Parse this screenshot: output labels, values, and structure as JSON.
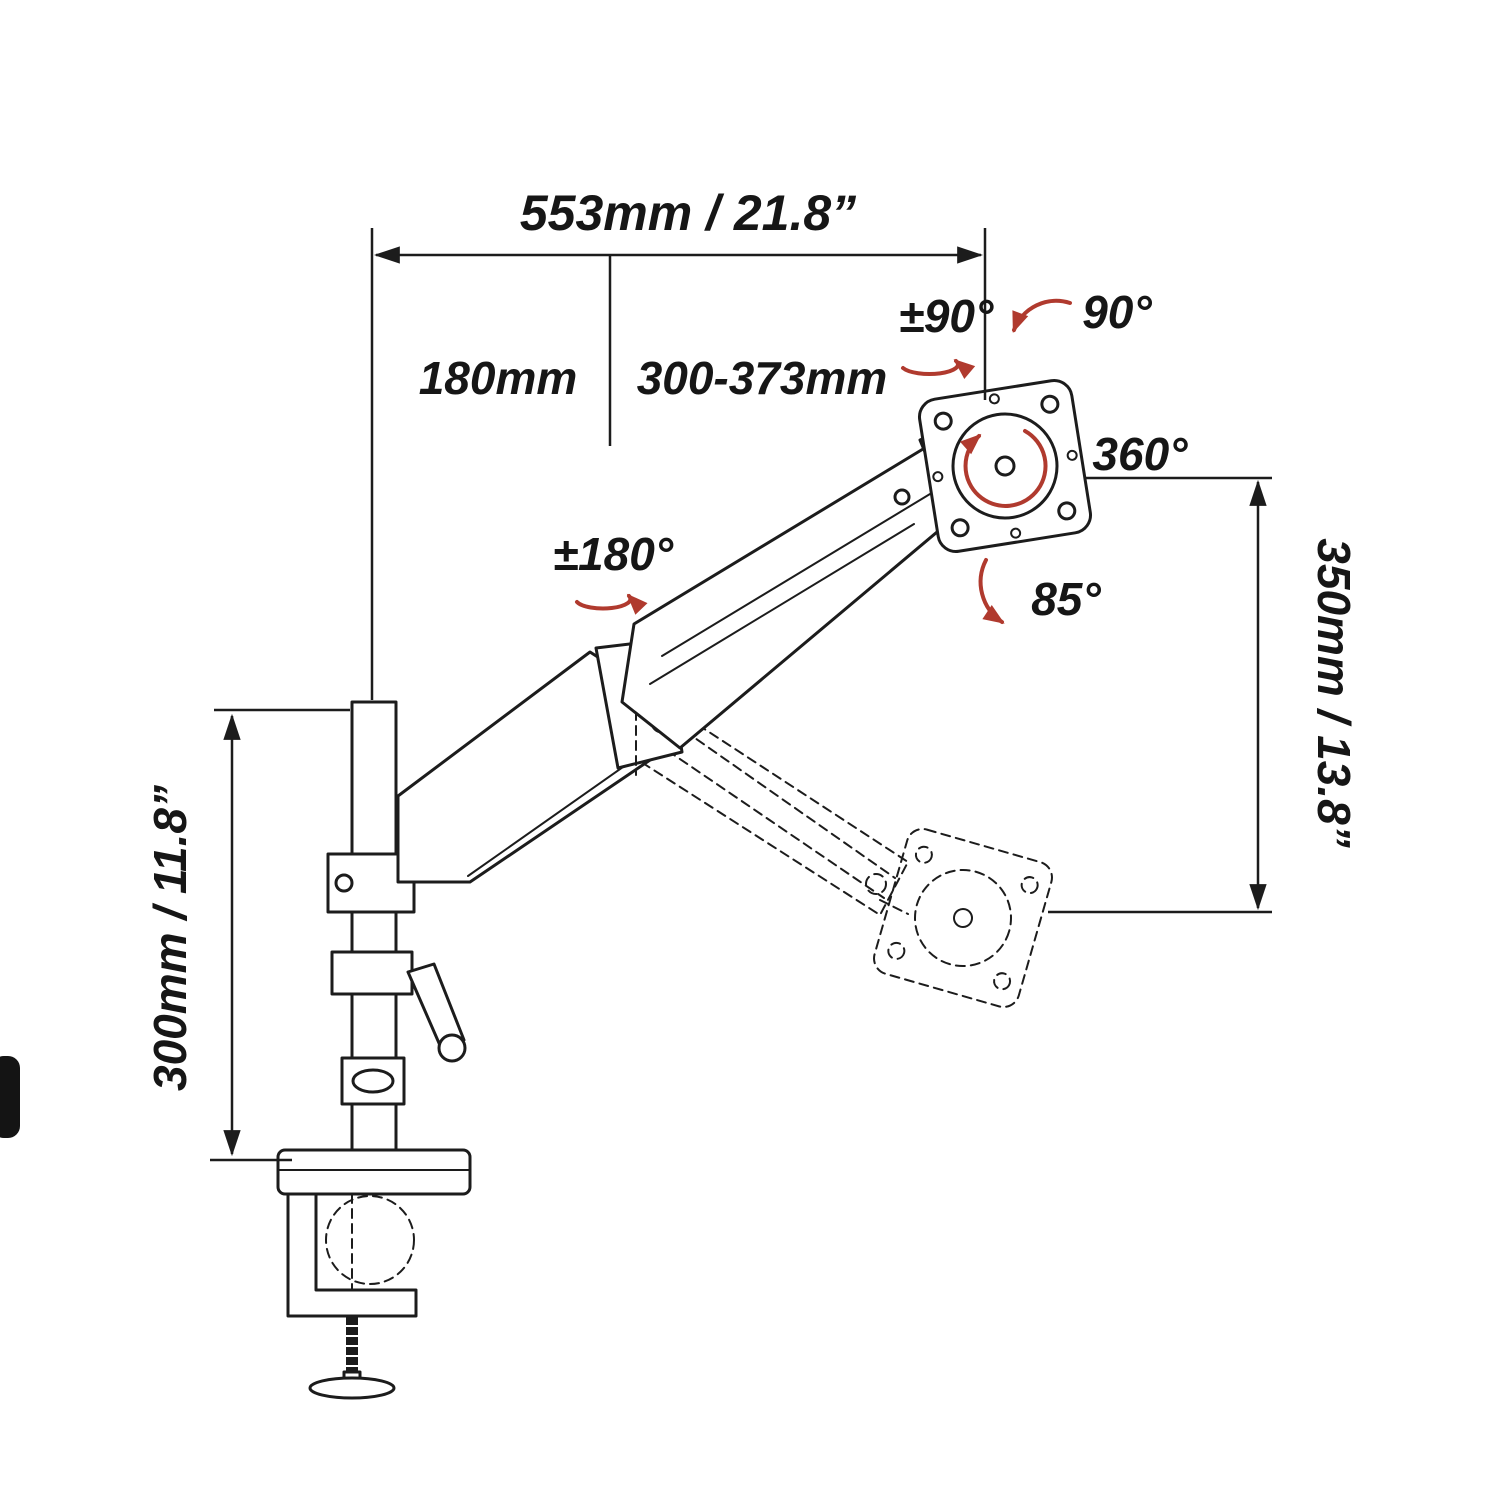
{
  "diagram": {
    "type": "technical-dimension-diagram",
    "subject": "gas-spring single monitor desk mount arm with clamp base",
    "background": "#ffffff",
    "colors": {
      "line": "#1c1c1c",
      "accent_red": "#b03a2e"
    },
    "labels": {
      "top_width": "553mm / 21.8”",
      "segment_left": "180mm",
      "segment_right": "300-373mm",
      "vesa_swivel": "±90°",
      "tilt_up": "90°",
      "rotation": "360°",
      "arm_rotation": "±180°",
      "tilt_down": "85°",
      "height_range": "350mm / 13.8”",
      "pole_height": "300mm / 11.8”"
    }
  }
}
